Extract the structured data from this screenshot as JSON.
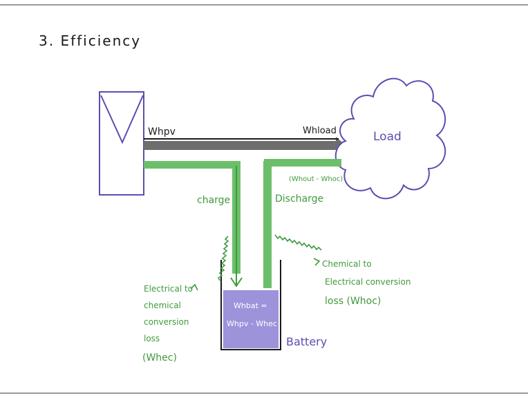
{
  "title": "3. Efficiency",
  "labels": {
    "wh_pv": "Whpv",
    "wh_load": "Whload",
    "load": "Load",
    "net": "(Whout - Whoc)",
    "charge": "charge",
    "discharge": "Discharge",
    "battery_line1": "Whbat =",
    "battery_line2": "Whpv - Whec",
    "battery": "Battery",
    "loss_charge": [
      "Electrical to",
      "chemical",
      "conversion",
      "loss",
      "(Whec)"
    ],
    "loss_discharge": [
      "Chemical to",
      "Electrical conversion",
      "loss (Whoc)"
    ]
  },
  "colors": {
    "ink": "#1a1a1a",
    "purple": "#5b4db0",
    "green": "#6cbf6a",
    "greenDark": "#3f9a3c",
    "grey": "#6e6e6e",
    "battery_fill": "#9c93db"
  }
}
